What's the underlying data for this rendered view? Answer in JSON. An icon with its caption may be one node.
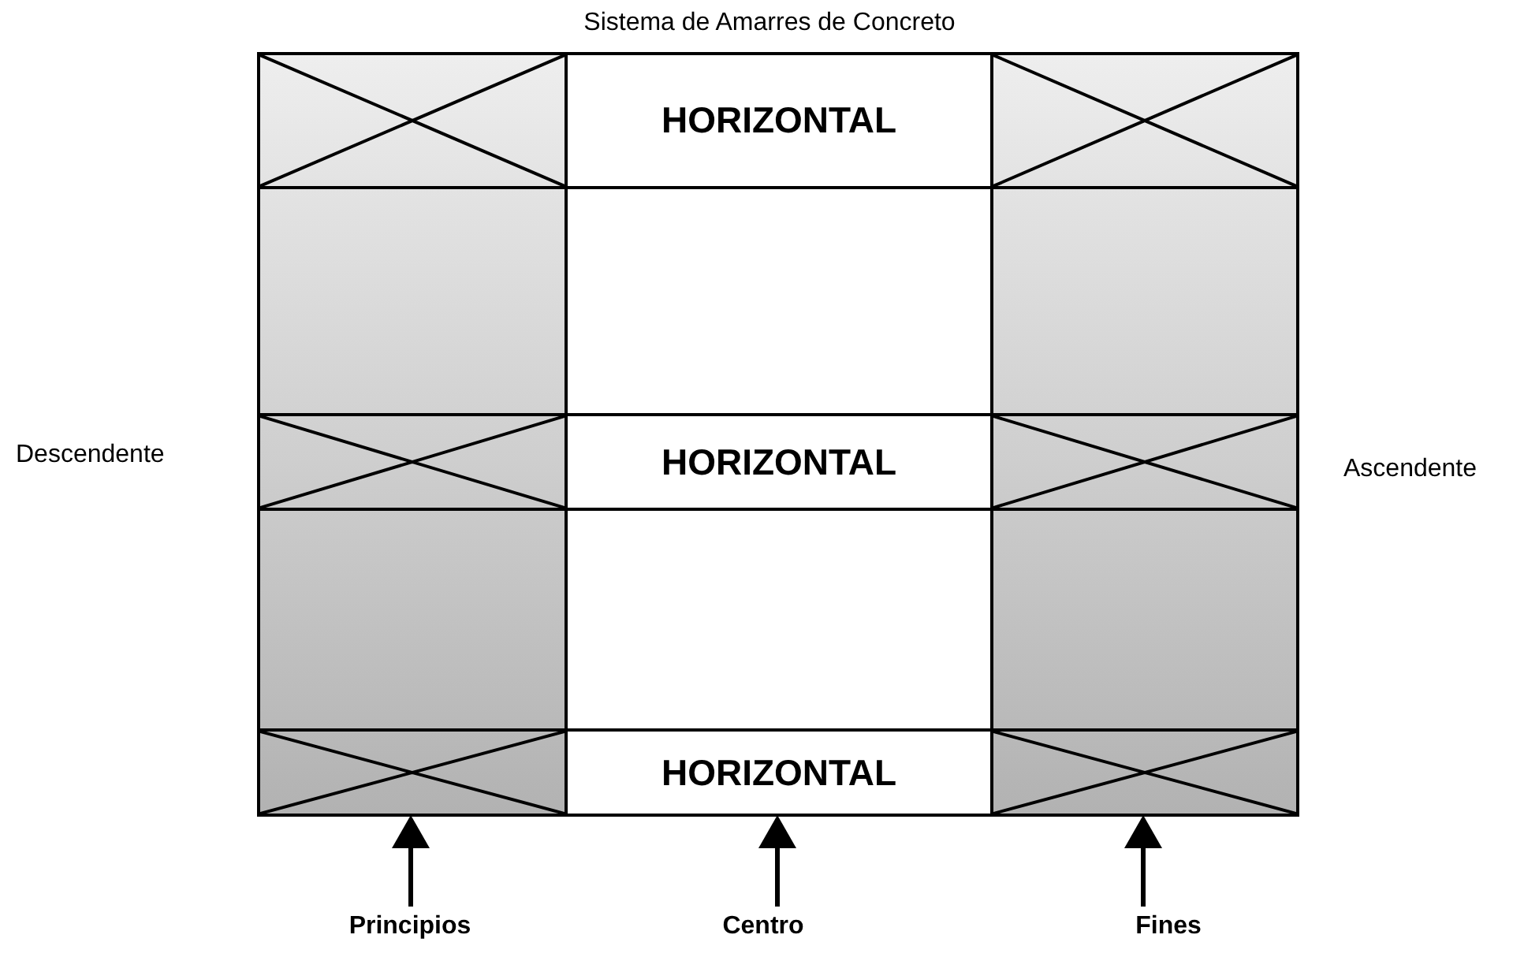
{
  "diagram": {
    "title": "Sistema de Amarres de Concreto",
    "nodes": [
      {
        "text": [],
        "shape": "box"
      },
      {
        "text": [
          "HORIZONTAL"
        ]
      },
      {
        "text": [],
        "shape": "box"
      },
      {
        "text": [],
        "shape": "box"
      },
      {
        "text": [],
        "shape": "box"
      },
      {
        "text": [],
        "shape": "box"
      },
      {
        "text": [
          "HORIZONTAL"
        ]
      },
      {
        "text": [],
        "shape": "box"
      },
      {
        "text": [],
        "shape": "box"
      },
      {
        "text": [],
        "shape": "box"
      },
      {
        "text": [],
        "shape": "box"
      },
      {
        "text": [
          "HORIZONTAL"
        ]
      },
      {
        "text": [],
        "shape": "box"
      },
      {
        "text": [
          "Principios"
        ]
      },
      {
        "text": [
          "Centro"
        ]
      },
      {
        "text": [
          "Fines"
        ]
      }
    ],
    "edges": [
      {
        "from": 13,
        "to": 10,
        "arrow": "to"
      },
      {
        "from": 14,
        "to": 11,
        "arrow": "to"
      },
      {
        "from": 15,
        "to": 12,
        "arrow": "to"
      }
    ],
    "labels": [
      "Descendente",
      "Ascendente"
    ]
  }
}
